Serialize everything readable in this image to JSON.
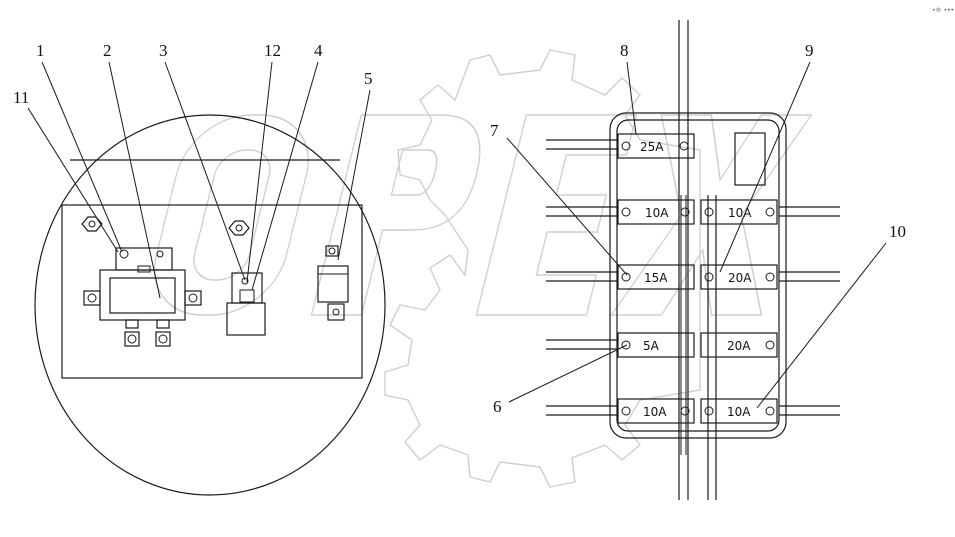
{
  "watermark": {
    "text": "OPEX",
    "color": "#cfcfcf"
  },
  "corner_mark": "•® •••",
  "callouts": {
    "c1": "1",
    "c2": "2",
    "c3": "3",
    "c12": "12",
    "c4": "4",
    "c5": "5",
    "c11": "11",
    "c8": "8",
    "c9": "9",
    "c7": "7",
    "c10": "10",
    "c6": "6"
  },
  "fuses": {
    "f25": "25A",
    "f10_left_top": "10A",
    "f10_right_top": "10A",
    "f15": "15A",
    "f20_top": "20A",
    "f5": "5A",
    "f20_bottom": "20A",
    "f10_left_bottom": "10A",
    "f10_right_bottom": "10A"
  }
}
